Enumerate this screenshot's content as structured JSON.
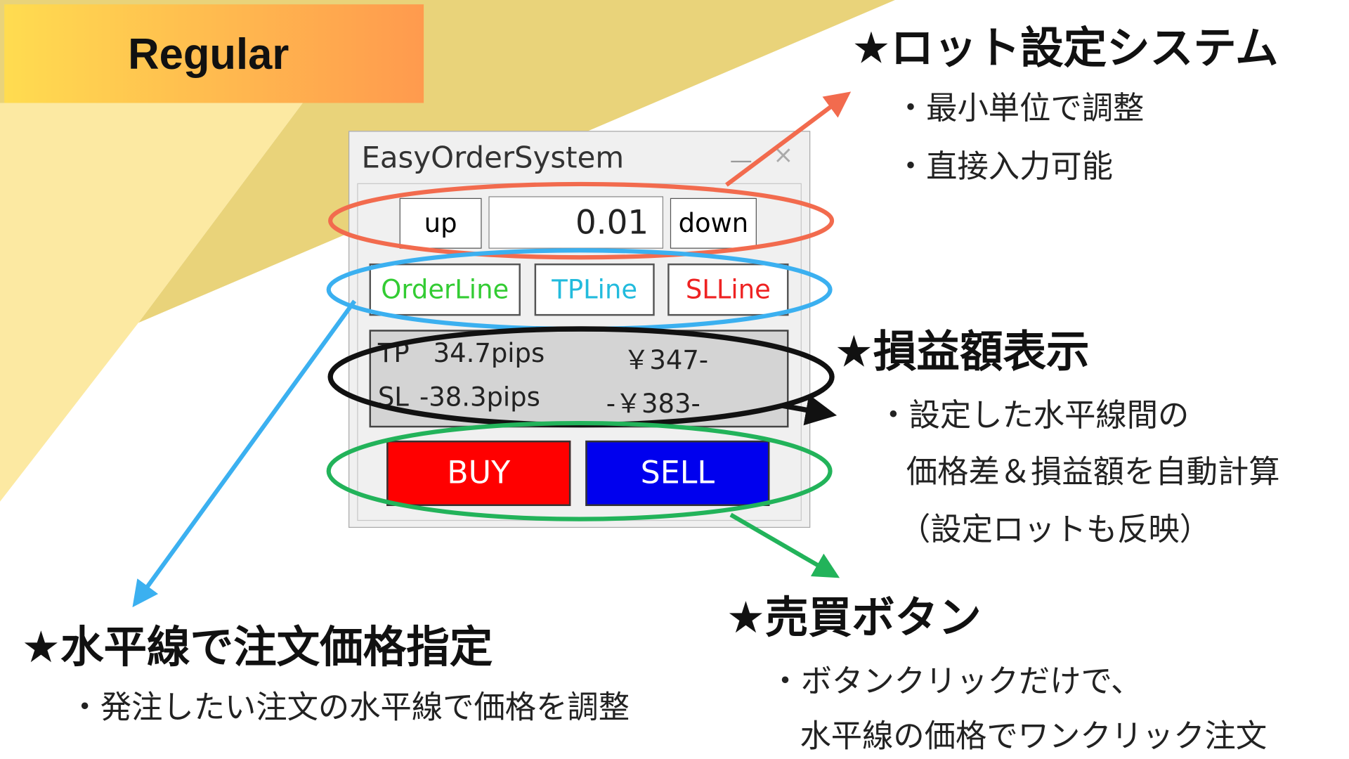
{
  "banner": {
    "label": "Regular"
  },
  "window": {
    "title": "EasyOrderSystem",
    "minimize_icon": "—",
    "close_icon": "×",
    "lot": {
      "up_label": "up",
      "value": "0.01",
      "down_label": "down"
    },
    "lines": [
      {
        "label": "OrderLine",
        "color": "#33CC33"
      },
      {
        "label": "TPLine",
        "color": "#22BBDD"
      },
      {
        "label": "SLLine",
        "color": "#EE2222"
      }
    ],
    "info": {
      "tp_label": "TP",
      "tp_pips": "34.7pips",
      "tp_amount": "￥347-",
      "sl_label": "SL",
      "sl_pips": "-38.3pips",
      "sl_amount": "-￥383-"
    },
    "buy_label": "BUY",
    "sell_label": "SELL",
    "colors": {
      "buy": "#FF0000",
      "sell": "#0000EE"
    }
  },
  "annotations": {
    "lot": {
      "title": "★ロット設定システム",
      "bullets": [
        "・最小単位で調整",
        "・直接入力可能"
      ],
      "color": "#F26B4E"
    },
    "pnl": {
      "title": "★損益額表示",
      "bullets": [
        "・設定した水平線間の",
        "価格差＆損益額を自動計算",
        "（設定ロットも反映）"
      ],
      "color": "#111111"
    },
    "trade": {
      "title": "★売買ボタン",
      "bullets": [
        "・ボタンクリックだけで、",
        "水平線の価格でワンクリック注文"
      ],
      "color": "#22B35A"
    },
    "line": {
      "title": "★水平線で注文価格指定",
      "bullets": [
        "・発注したい注文の水平線で価格を調整"
      ],
      "color": "#3BB0F0"
    }
  }
}
